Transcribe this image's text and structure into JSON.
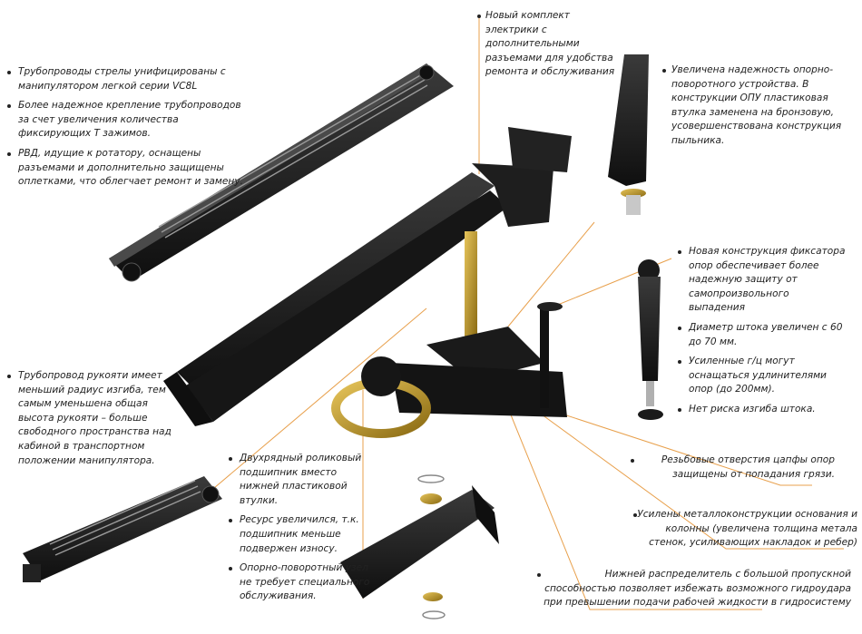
{
  "colors": {
    "leader": "#e8a04c",
    "steel": "#1c1c1c",
    "steel_edge": "#3a3a3a",
    "bronze": "#c9a227",
    "text": "#222222"
  },
  "callouts": {
    "top_center": "Новый комплект электрики с дополнительными разъемами для удобства ремонта и обслуживания",
    "top_left": [
      "Трубопроводы стрелы унифицированы с манипулятором легкой серии VC8L",
      "Более надежное  крепление трубопроводов за счет увеличения количества фиксирующих Т зажимов.",
      "РВД, идущие к ротатору, оснащены разъемами и дополнительно защищены оплетками, что облегчает ремонт и замену."
    ],
    "top_right": "Увеличена надежность опорно-поворотного устройства. В конструкции ОПУ пластиковая втулка заменена на бронзовую, усовершенствована конструкция пыльника.",
    "mid_right": [
      "Новая конструкция фиксатора опор обеспечивает более надежную защиту от самопроизвольного выпадения",
      "Диаметр штока увеличен с 60 до 70 мм.",
      "Усиленные г/ц могут оснащаться удлинителями опор (до 200мм).",
      "Нет риска изгиба штока."
    ],
    "mid_left": "Трубопровод рукояти имеет меньший радиус изгиба, тем самым уменьшена общая высота рукояти – больше свободного пространства над кабиной в транспортном положении манипулятора.",
    "bottom_center": [
      "Двухрядный роликовый подшипник вместо нижней пластиковой втулки.",
      "Ресурс увеличился, т.к. подшипник меньше подвержен износу.",
      "Опорно-поворотный узел не требует специального обслуживания."
    ],
    "right_1": "Резьбовые отверстия цапфы опор защищены от попадания грязи.",
    "right_2": "Усилены металлоконструкции основания и колонны (увеличена толщина метала стенок, усиливающих накладок и ребер)",
    "right_3": "Нижней распределитель с большой пропускной способностью позволяет избежать возможного гидроудара при превышении подачи рабочей жидкости в гидросистему"
  }
}
